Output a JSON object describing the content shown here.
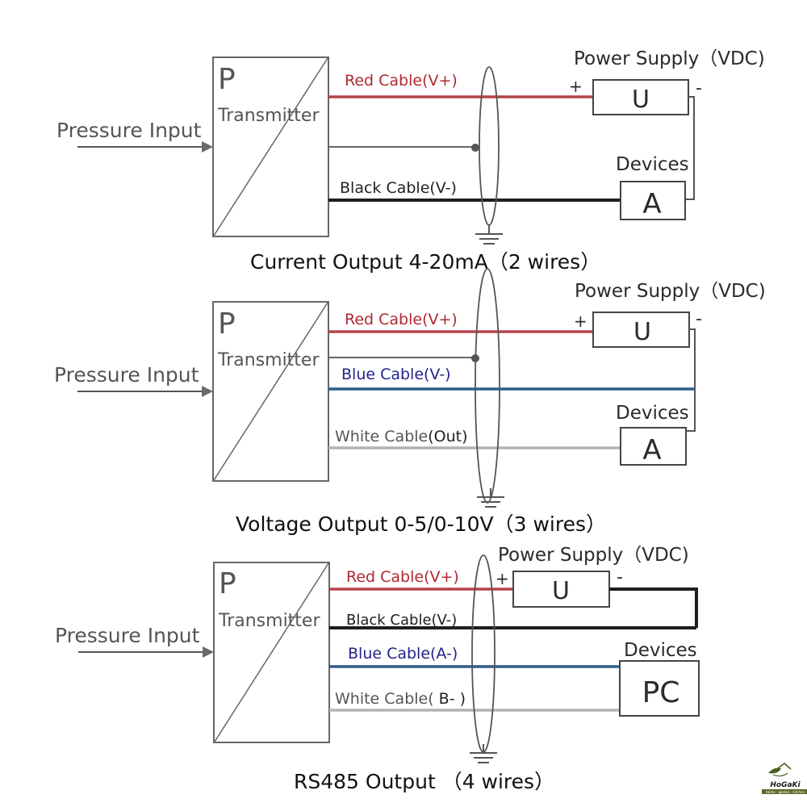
{
  "colors": {
    "red_cable": "#b5444b",
    "red_text": "#b0282f",
    "black_cable": "#1e1e1e",
    "blue_cable": "#2f5d8a",
    "blue_text": "#23238a",
    "white_cable": "#b4b4ae",
    "white_text": "#555555",
    "outline": "#666666",
    "logo_green": "#4b5e1e"
  },
  "diagrams": [
    {
      "id": "current",
      "input_label": "Pressure Input",
      "transmitter": {
        "symbol": "P",
        "label": "Transmitter"
      },
      "power_supply": {
        "title": "Power Supply（VDC)",
        "symbol": "U",
        "plus": "+",
        "minus": "-"
      },
      "device": {
        "title": "Devices",
        "symbol": "A"
      },
      "cables": [
        {
          "label": "Red Cable(V+)",
          "color": "red"
        },
        {
          "label": "Black Cable(V-)",
          "color": "black"
        }
      ],
      "caption": "Current Output 4-20mA（2 wires）"
    },
    {
      "id": "voltage",
      "input_label": "Pressure Input",
      "transmitter": {
        "symbol": "P",
        "label": "Transmitter"
      },
      "power_supply": {
        "title": "Power Supply（VDC)",
        "symbol": "U",
        "plus": "+",
        "minus": "-"
      },
      "device": {
        "title": "Devices",
        "symbol": "A"
      },
      "cables": [
        {
          "label": "Red Cable(V+)",
          "color": "red"
        },
        {
          "label": "Blue Cable(V-)",
          "color": "blue"
        },
        {
          "label": "White Cable",
          "suffix": "(Out)",
          "color": "white"
        }
      ],
      "caption": "Voltage  Output 0-5/0-10V（3 wires）"
    },
    {
      "id": "rs485",
      "input_label": "Pressure Input",
      "transmitter": {
        "symbol": "P",
        "label": "Transmitter"
      },
      "power_supply": {
        "title": "Power Supply（VDC)",
        "symbol": "U",
        "plus": "+",
        "minus": "-"
      },
      "device": {
        "title": "Devices",
        "symbol": "PC"
      },
      "cables": [
        {
          "label": "Red Cable(V+)",
          "color": "red"
        },
        {
          "label": "Black Cable(V-)",
          "color": "black"
        },
        {
          "label": "Blue Cable(A-)",
          "color": "blue"
        },
        {
          "label": "White Cable(",
          "suffix": " B- )",
          "color": "white"
        }
      ],
      "caption": "RS485  Output  （4 wires）"
    }
  ],
  "logo": {
    "name": "HoGaKi",
    "tagline": "Home · garden · kitchen"
  }
}
